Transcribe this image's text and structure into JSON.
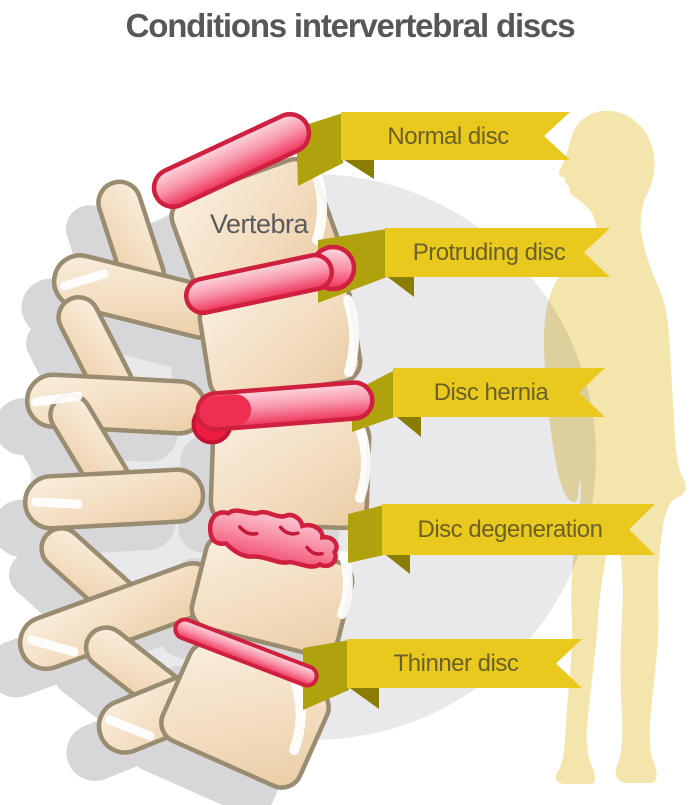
{
  "title": "Conditions intervertebral discs",
  "diagram": {
    "vertebra_label": "Vertebra",
    "conditions": [
      {
        "id": "normal-disc",
        "label": "Normal disc"
      },
      {
        "id": "protruding-disc",
        "label": "Protruding disc"
      },
      {
        "id": "disc-hernia",
        "label": "Disc hernia"
      },
      {
        "id": "disc-degeneration",
        "label": "Disc degeneration"
      },
      {
        "id": "thinner-disc",
        "label": "Thinner disc"
      }
    ]
  },
  "colors": {
    "ribbon_band": "#eac91f",
    "ribbon_tail": "#b0a20d",
    "ribbon_fold": "#897d05",
    "ribbon_text": "#6b6126",
    "bone_fill_light": "#f8ecd9",
    "bone_fill_dark": "#eccfa9",
    "bone_outline": "#9a8c70",
    "disc_light": "#fdd9e0",
    "disc_dark": "#ef3059",
    "disc_outline": "#cf203f",
    "hernia_red": "#ee1d42",
    "silhouette": "#f3e5ab",
    "backdrop_circle": "#e9e8ea",
    "shadow": "#d7d6d9",
    "title_text": "#57575a"
  }
}
